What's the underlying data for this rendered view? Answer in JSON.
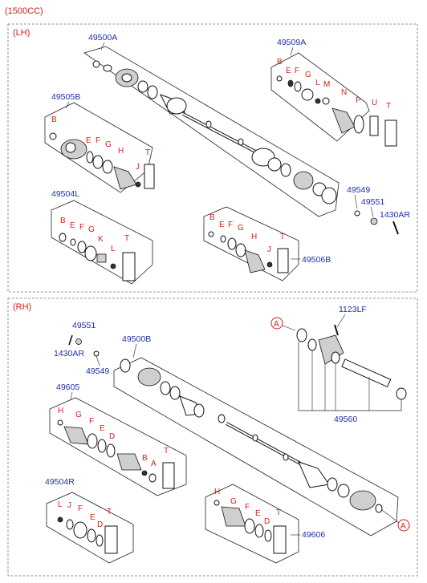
{
  "header": {
    "engine": "(1500CC)"
  },
  "sections": {
    "lh": {
      "label": "(LH)"
    },
    "rh": {
      "label": "(RH)"
    }
  },
  "lh": {
    "shaft": "49500A",
    "kit_a": "49509A",
    "kit_b": "49505B",
    "kit_c": "49504L",
    "kit_d": "49506B",
    "ring": "49549",
    "nut": "49551",
    "pin": "1430AR",
    "kit_a_letters": [
      "B",
      "E",
      "F",
      "G",
      "L",
      "M",
      "N",
      "P",
      "U",
      "T"
    ],
    "kit_b_letters": [
      "B",
      "E",
      "F",
      "G",
      "H",
      "J",
      "T"
    ],
    "kit_c_letters": [
      "B",
      "E",
      "F",
      "G",
      "K",
      "L",
      "T"
    ],
    "kit_d_letters": [
      "B",
      "E",
      "F",
      "G",
      "H",
      "J",
      "T"
    ]
  },
  "rh": {
    "bolt": "1123LF",
    "nut": "49551",
    "pin": "1430AR",
    "ring": "49549",
    "shaft": "49500B",
    "kit_e": "49605",
    "kit_f": "49504R",
    "kit_g": "49606",
    "shaft_assy": "49560",
    "callout": "A",
    "kit_e_letters": [
      "H",
      "G",
      "F",
      "E",
      "D",
      "B",
      "A",
      "T"
    ],
    "kit_f_letters": [
      "L",
      "J",
      "F",
      "E",
      "D",
      "T"
    ],
    "kit_g_letters": [
      "H",
      "G",
      "F",
      "E",
      "D",
      "T"
    ]
  }
}
